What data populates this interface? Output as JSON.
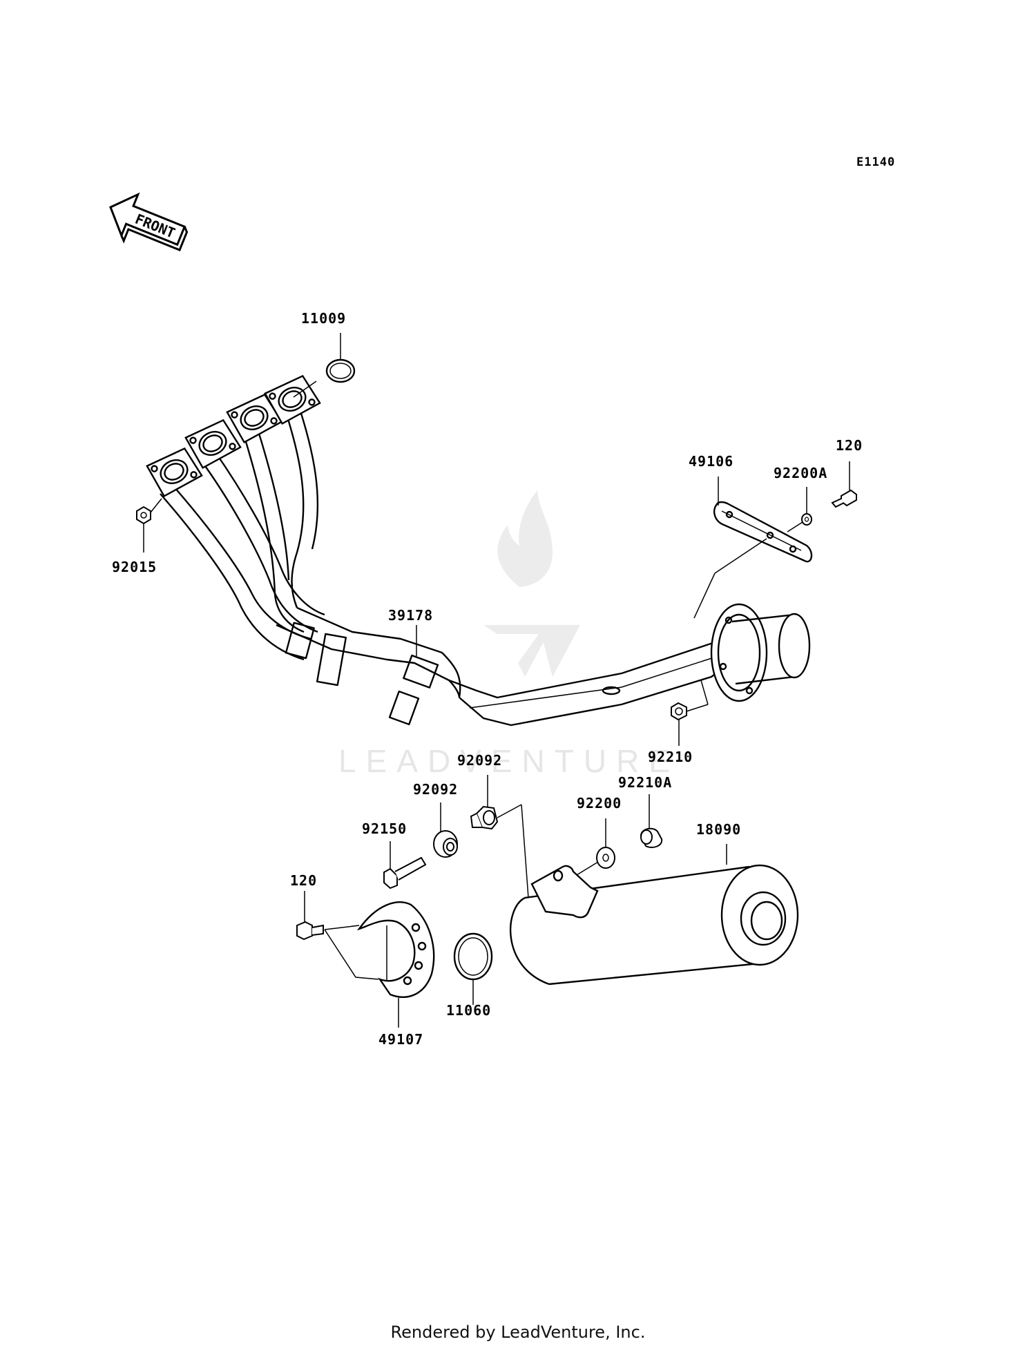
{
  "diagram_code": "E1140",
  "front_arrow_label": "FRONT",
  "watermark": "LEADVENTURE",
  "footer": "Rendered by LeadVenture, Inc.",
  "parts": {
    "p11009": "11009",
    "p92015": "92015",
    "p39178": "39178",
    "p49106": "49106",
    "p92200A": "92200A",
    "p120_top": "120",
    "p92210": "92210",
    "p92092_a": "92092",
    "p92092_b": "92092",
    "p92150": "92150",
    "p120_bottom": "120",
    "p92200": "92200",
    "p92210A": "92210A",
    "p18090": "18090",
    "p11060": "11060",
    "p49107": "49107"
  }
}
